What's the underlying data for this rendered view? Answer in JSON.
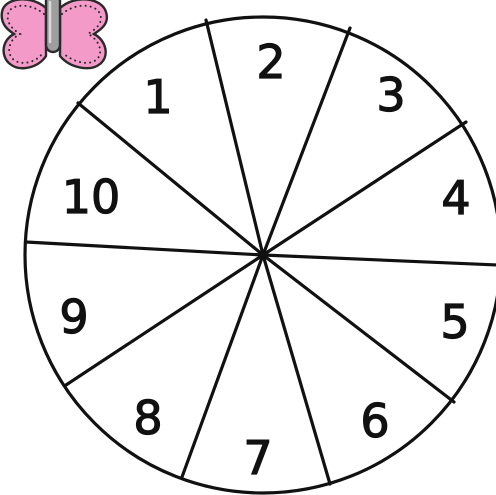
{
  "spinner": {
    "sections": [
      {
        "label": "1"
      },
      {
        "label": "2"
      },
      {
        "label": "3"
      },
      {
        "label": "4"
      },
      {
        "label": "5"
      },
      {
        "label": "6"
      },
      {
        "label": "7"
      },
      {
        "label": "8"
      },
      {
        "label": "9"
      },
      {
        "label": "10"
      }
    ]
  },
  "colors": {
    "wheel_fill": "#ffffff",
    "wheel_stroke": "#111111",
    "butterfly_wing": "#f49ac8",
    "butterfly_wing_outline": "#2a2a2a",
    "butterfly_body": "#9e9e9e"
  },
  "decoration": {
    "icon": "butterfly-icon"
  }
}
